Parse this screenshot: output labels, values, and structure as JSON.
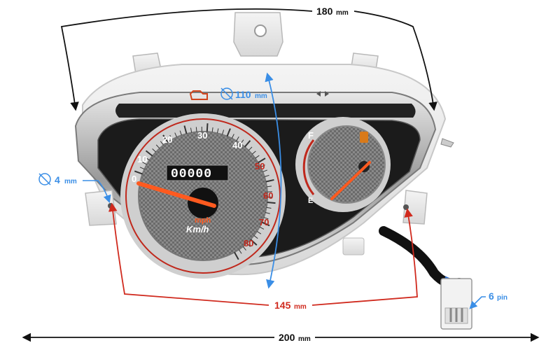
{
  "dimensions": {
    "top_width": {
      "value": "180",
      "unit": "mm"
    },
    "lens_diameter": {
      "value": "110",
      "unit": "mm"
    },
    "hole_diameter": {
      "value": "4",
      "unit": "mm"
    },
    "mount_spacing": {
      "value": "145",
      "unit": "mm"
    },
    "connector": {
      "value": "6",
      "unit": "pin"
    },
    "total_width": {
      "value": "200",
      "unit": "mm"
    }
  },
  "speedometer": {
    "mph_ticks": [
      "0",
      "10",
      "20",
      "30",
      "40"
    ],
    "kmh_ticks": [
      "50",
      "60",
      "70",
      "80"
    ],
    "odometer": "00000",
    "unit_mph": "mph",
    "unit_kmh": "Km/h"
  },
  "fuel_gauge": {
    "full_label": "F",
    "empty_label": "E"
  },
  "colors": {
    "dimension_black": "#111111",
    "dimension_blue": "#3a8ee6",
    "dimension_red": "#d02a1e",
    "needle": "#ff5a1f"
  }
}
